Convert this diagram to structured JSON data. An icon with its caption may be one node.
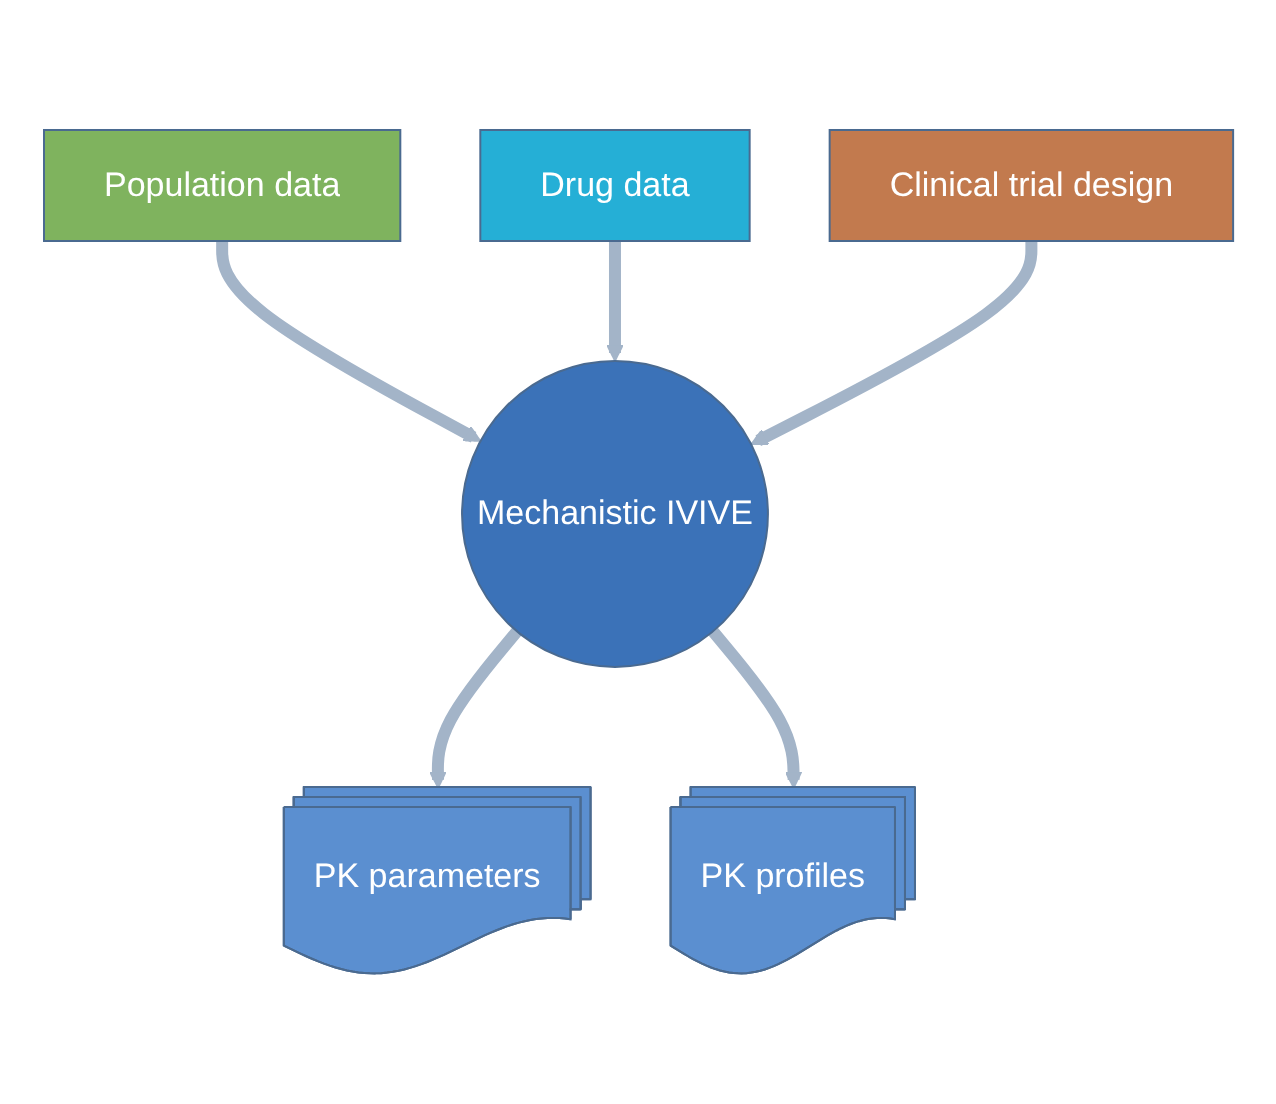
{
  "diagram": {
    "nodes": [
      {
        "text": [
          "Population data"
        ]
      },
      {
        "text": [
          "Drug data"
        ]
      },
      {
        "text": [
          "Clinical trial design"
        ]
      },
      {
        "text": [
          "Mechanistic IVIVE"
        ]
      },
      {
        "text": [
          "PK parameters"
        ]
      },
      {
        "text": [
          "PK profiles"
        ]
      }
    ],
    "edges": [
      {
        "from": 0,
        "to": 3,
        "arrow": "to"
      },
      {
        "from": 1,
        "to": 3,
        "arrow": "to"
      },
      {
        "from": 2,
        "to": 3,
        "arrow": "to"
      },
      {
        "from": 3,
        "to": 4,
        "arrow": "to"
      },
      {
        "from": 3,
        "to": 5,
        "arrow": "to"
      }
    ]
  }
}
